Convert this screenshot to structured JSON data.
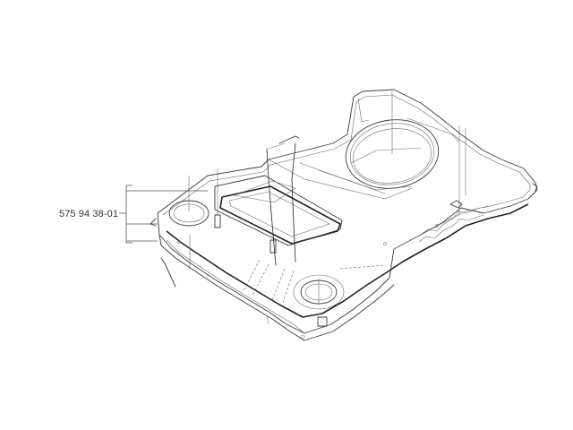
{
  "diagram": {
    "type": "exploded-parts-drawing",
    "subject": "housing cover with seal, hose and ports",
    "callouts": [
      {
        "part_number": "575 94 38-01",
        "bracket_leaders": 3
      }
    ],
    "colors": {
      "line": "#3a3a3a",
      "label": "#333333",
      "background": "#ffffff"
    }
  }
}
